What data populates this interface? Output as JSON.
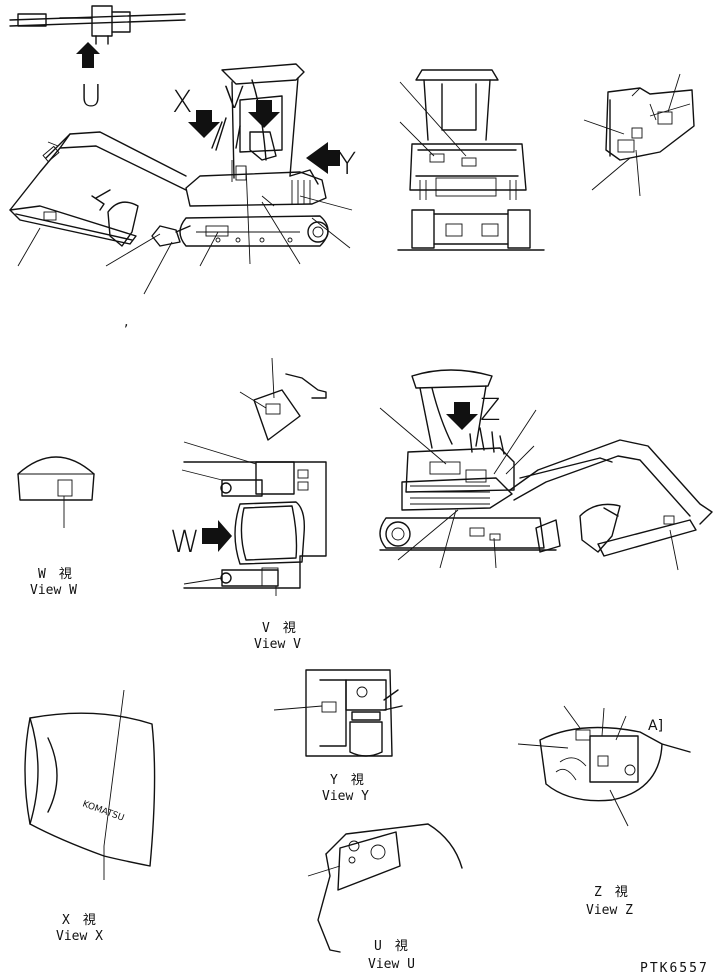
{
  "view_letters": {
    "u": "U",
    "v": "V",
    "w": "W",
    "x": "X",
    "y": "Y",
    "z": "Z"
  },
  "captions": {
    "w": {
      "ja": "W　視",
      "en": "View W"
    },
    "v": {
      "ja": "V　視",
      "en": "View V"
    },
    "y": {
      "ja": "Y　視",
      "en": "View Y"
    },
    "x": {
      "ja": "X　視",
      "en": "View X"
    },
    "u": {
      "ja": "U　視",
      "en": "View U"
    },
    "z": {
      "ja": "Z　視",
      "en": "View Z"
    }
  },
  "part_code": "PTK6557",
  "decal_text": "KOMATSU"
}
